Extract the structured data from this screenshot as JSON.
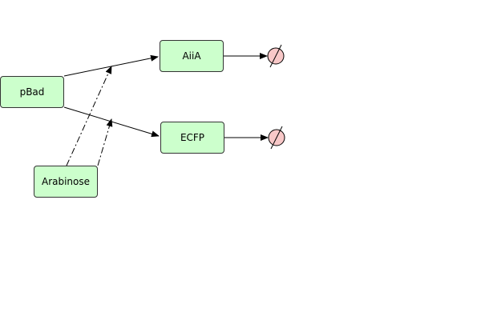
{
  "diagram": {
    "nodes": {
      "pbad": "pBad",
      "aiia": "AiiA",
      "ecfp": "ECFP",
      "arabinose": "Arabinose"
    },
    "colors": {
      "node_fill": "#ccffcc",
      "node_border": "#333333",
      "degradation_fill": "#f8c8c8",
      "line": "#000000"
    },
    "edges": [
      {
        "from": "pbad",
        "to": "aiia",
        "style": "solid",
        "kind": "expression"
      },
      {
        "from": "pbad",
        "to": "ecfp",
        "style": "solid",
        "kind": "expression"
      },
      {
        "from": "arabinose",
        "to": "pbad-aiia-edge",
        "style": "dash-dot",
        "kind": "activation"
      },
      {
        "from": "arabinose",
        "to": "pbad-ecfp-edge",
        "style": "dash-dot",
        "kind": "activation"
      },
      {
        "from": "aiia",
        "to": "degradation",
        "style": "solid",
        "kind": "degradation"
      },
      {
        "from": "ecfp",
        "to": "degradation",
        "style": "solid",
        "kind": "degradation"
      }
    ]
  }
}
